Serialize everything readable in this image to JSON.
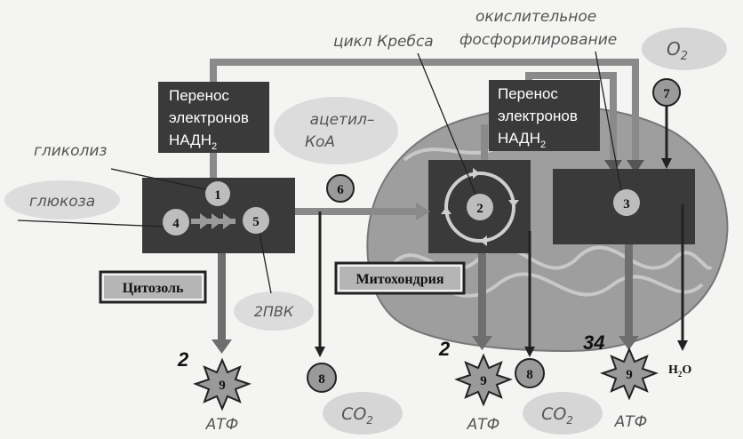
{
  "labels": {
    "glycolysis": "гликолиз",
    "glucose": "глюкоза",
    "acetyl_line1": "ацетил–",
    "acetyl_line2": "КоА",
    "krebs": "цикл Кребса",
    "oxphos_line1": "окислительное",
    "oxphos_line2": "фосфорилирование",
    "o2_base": "O",
    "o2_sub": "2",
    "pvk": "2ПВК",
    "co2_base": "CO",
    "co2_sub": "2",
    "atp": "АТФ",
    "h2o_h": "H",
    "h2o_sub": "2",
    "h2o_o": "O"
  },
  "transfer_box": {
    "line1": "Перенос",
    "line2": "электронов",
    "line3_base": "НАДН",
    "line3_sub": "2"
  },
  "compartments": {
    "cytosol": "Цитозоль",
    "mitochondria": "Митохондрия"
  },
  "numbers": {
    "n1": "1",
    "n2": "2",
    "n3": "3",
    "n4": "4",
    "n5": "5",
    "n6": "6",
    "n7": "7",
    "n8": "8",
    "n9": "9"
  },
  "yields": {
    "glycolysis": "2",
    "krebs": "2",
    "oxphos": "34"
  },
  "colors": {
    "dark_box": "#3a3a3a",
    "mito_fill": "#a8a8a8",
    "label_bubble": "#dcdcdc",
    "circle_fill": "#bdbdbd"
  }
}
